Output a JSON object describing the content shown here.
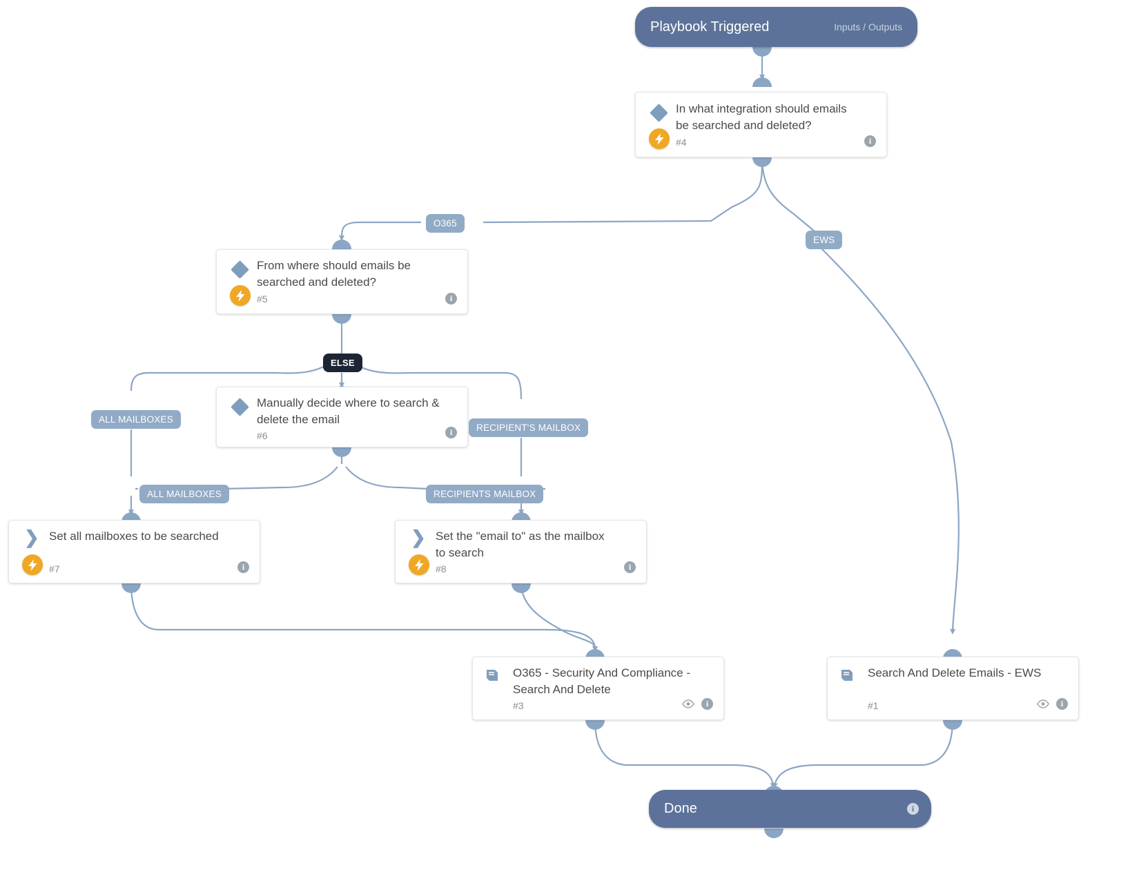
{
  "diagram": {
    "type": "playbook-flow",
    "title": "Search And Delete Emails playbook flow"
  },
  "nodes": {
    "start": {
      "label": "Playbook Triggered",
      "sub": "Inputs / Outputs",
      "kind": "trigger"
    },
    "n4": {
      "title": "In what integration should emails be searched and deleted?",
      "num": "#4",
      "kind": "condition",
      "icons": [
        "diamond-icon",
        "bolt-icon",
        "info-icon"
      ]
    },
    "n5": {
      "title": "From where should emails be searched and deleted?",
      "num": "#5",
      "kind": "condition",
      "icons": [
        "diamond-icon",
        "bolt-icon",
        "info-icon"
      ]
    },
    "n6": {
      "title": "Manually decide where to search & delete the email",
      "num": "#6",
      "kind": "condition",
      "icons": [
        "diamond-icon",
        "info-icon"
      ]
    },
    "n7": {
      "title": "Set all mailboxes to be searched",
      "num": "#7",
      "kind": "task",
      "icons": [
        "chevron-icon",
        "bolt-icon",
        "info-icon"
      ]
    },
    "n8": {
      "title": "Set the \"email to\" as the mailbox to search",
      "num": "#8",
      "kind": "task",
      "icons": [
        "chevron-icon",
        "bolt-icon",
        "info-icon"
      ]
    },
    "n3": {
      "title": "O365 - Security And Compliance - Search And Delete",
      "num": "#3",
      "kind": "sub-playbook",
      "icons": [
        "book-icon",
        "eye-icon",
        "info-icon"
      ]
    },
    "n1": {
      "title": "Search And Delete Emails - EWS",
      "num": "#1",
      "kind": "sub-playbook",
      "icons": [
        "book-icon",
        "eye-icon",
        "info-icon"
      ]
    },
    "done": {
      "label": "Done",
      "kind": "terminal",
      "icons": [
        "info-icon"
      ]
    }
  },
  "edge_labels": {
    "o365": "O365",
    "ews": "EWS",
    "else": "ELSE",
    "all_mailboxes_top": "ALL MAILBOXES",
    "recipients_mailbox_top": "RECIPIENT'S MAILBOX",
    "all_mailboxes_bottom": "ALL MAILBOXES",
    "recipients_mailbox_bottom": "RECIPIENTS MAILBOX"
  },
  "colors": {
    "terminal_fill": "#5c729a",
    "edge_label_fill": "#91aac6",
    "else_label_fill": "#1d2433",
    "wire": "#8ba6c4",
    "bolt": "#efa825",
    "icon_blue": "#7f9ebd",
    "card_border": "#e3e5e8",
    "title_text": "#4a4a4a"
  }
}
